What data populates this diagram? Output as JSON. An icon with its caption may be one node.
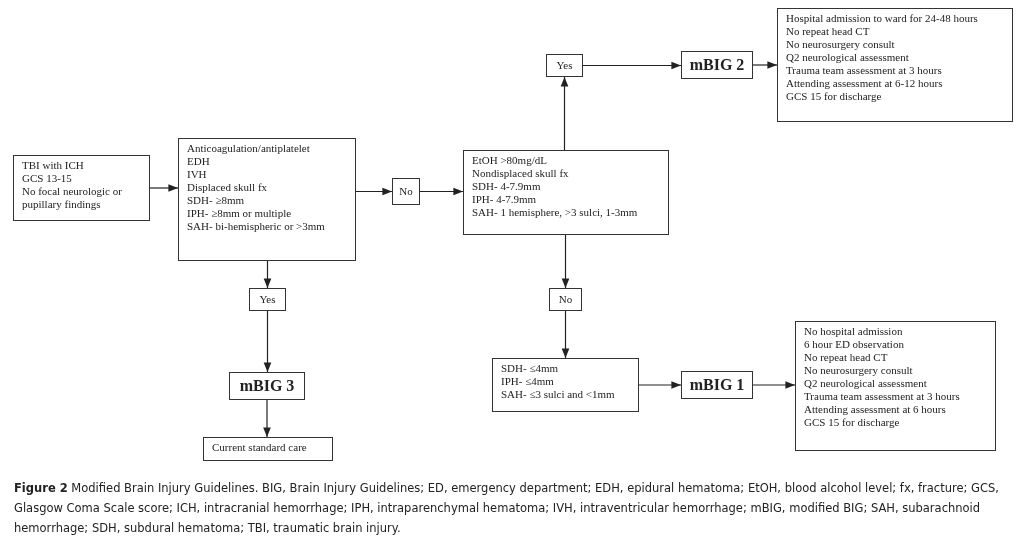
{
  "diagram": {
    "caption": "**Figure 2**   Modified Brain Injury Guidelines. BIG, Brain Injury Guidelines; ED, emergency department; EDH, epidural hematoma; EtOH, blood alcohol level; fx, fracture; GCS, Glasgow Coma Scale score; ICH, intracranial hemorrhage; IPH, intraparenchymal hematoma; IVH, intraventricular hemorrhage; mBIG, modified BIG; SAH, subarachnoid hemorrhage; SDH, subdural hematoma; TBI, traumatic brain injury.",
    "nodes": [
      {
        "text": [
          "TBI with ICH",
          "GCS 13-15",
          "No focal neurologic or pupillary findings"
        ]
      },
      {
        "text": [
          "Anticoagulation/antiplatelet",
          "EDH",
          "IVH",
          "Displaced skull fx",
          "SDH- ≥8mm",
          "IPH- ≥8mm or multiple",
          "SAH- bi-hemispheric or >3mm"
        ]
      },
      {
        "text": [
          "No"
        ]
      },
      {
        "text": [
          "EtOH >80mg/dL",
          "Nondisplaced skull fx",
          "SDH- 4-7.9mm",
          "IPH- 4-7.9mm",
          "SAH- 1 hemisphere, >3 sulci, 1-3mm"
        ]
      },
      {
        "text": [
          "Yes"
        ]
      },
      {
        "text": [
          "mBIG 2"
        ]
      },
      {
        "text": [
          "Hospital admission to ward for 24-48 hours",
          "No repeat head CT",
          "No neurosurgery consult",
          "Q2 neurological assessment",
          "Trauma team assessment at 3 hours",
          "Attending assessment at 6-12 hours",
          "GCS 15 for discharge"
        ]
      },
      {
        "text": [
          "Yes"
        ]
      },
      {
        "text": [
          "mBIG 3"
        ]
      },
      {
        "text": [
          "Current standard care"
        ]
      },
      {
        "text": [
          "No"
        ]
      },
      {
        "text": [
          "SDH- ≤4mm",
          "IPH- ≤4mm",
          "SAH- ≤3 sulci and <1mm"
        ]
      },
      {
        "text": [
          "mBIG 1"
        ]
      },
      {
        "text": [
          "No hospital admission",
          "6 hour ED observation",
          "No repeat head CT",
          "No neurosurgery consult",
          "Q2 neurological assessment",
          "Trauma team assessment at 3 hours",
          "Attending assessment at 6 hours",
          "GCS 15 for discharge"
        ]
      }
    ],
    "edges": [
      {
        "from": 0,
        "to": 1,
        "arrow": "to"
      },
      {
        "from": 1,
        "to": 2,
        "arrow": "to"
      },
      {
        "from": 2,
        "to": 3,
        "arrow": "to"
      },
      {
        "from": 3,
        "to": 4,
        "arrow": "to"
      },
      {
        "from": 4,
        "to": 5,
        "arrow": "to"
      },
      {
        "from": 5,
        "to": 6,
        "arrow": "to"
      },
      {
        "from": 1,
        "to": 7,
        "arrow": "to"
      },
      {
        "from": 7,
        "to": 8,
        "arrow": "to"
      },
      {
        "from": 8,
        "to": 9,
        "arrow": "to"
      },
      {
        "from": 3,
        "to": 10,
        "arrow": "to"
      },
      {
        "from": 10,
        "to": 11,
        "arrow": "to"
      },
      {
        "from": 11,
        "to": 12,
        "arrow": "to"
      },
      {
        "from": 12,
        "to": 13,
        "arrow": "to"
      }
    ]
  }
}
